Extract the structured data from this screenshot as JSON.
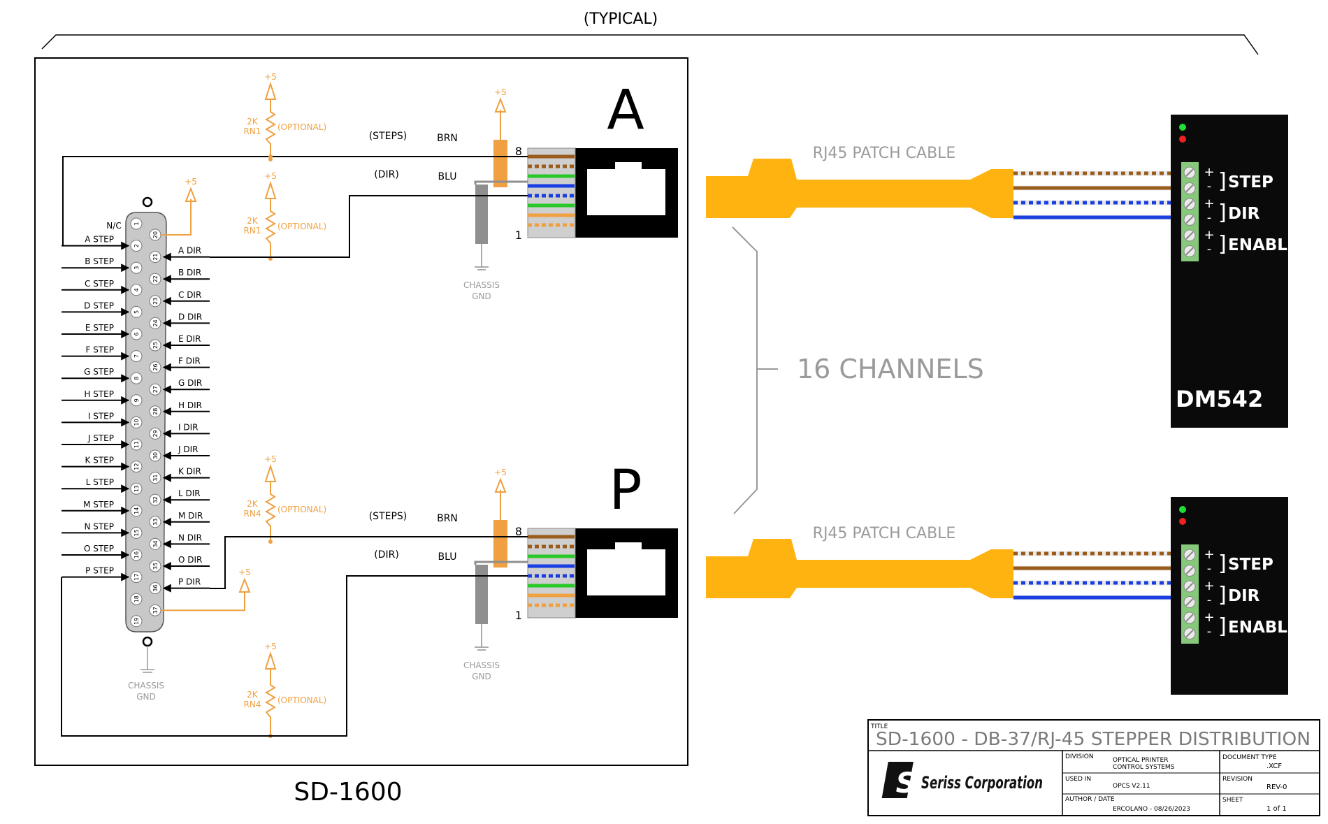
{
  "typical_label": "(TYPICAL)",
  "enclosure_label": "SD-1600",
  "db37": {
    "nc_label": "N/C",
    "chassis_label_1": "CHASSIS",
    "chassis_label_2": "GND",
    "pins_left": [
      "1",
      "2",
      "3",
      "4",
      "5",
      "6",
      "7",
      "8",
      "9",
      "10",
      "11",
      "12",
      "13",
      "14",
      "15",
      "16",
      "17",
      "18",
      "19"
    ],
    "pins_right": [
      "20",
      "21",
      "22",
      "23",
      "24",
      "25",
      "26",
      "27",
      "28",
      "29",
      "30",
      "31",
      "32",
      "33",
      "34",
      "35",
      "36",
      "37"
    ],
    "step_labels": [
      "A STEP",
      "B STEP",
      "C STEP",
      "D STEP",
      "E STEP",
      "F STEP",
      "G STEP",
      "H STEP",
      "I STEP",
      "J STEP",
      "K STEP",
      "L STEP",
      "M STEP",
      "N STEP",
      "O STEP",
      "P STEP"
    ],
    "dir_labels": [
      "A DIR",
      "B DIR",
      "C DIR",
      "D DIR",
      "E DIR",
      "F DIR",
      "G DIR",
      "H DIR",
      "I DIR",
      "J DIR",
      "K DIR",
      "L DIR",
      "M DIR",
      "N DIR",
      "O DIR",
      "P DIR"
    ]
  },
  "plus5": "+5",
  "resistors": [
    {
      "value": "2K",
      "ref": "RN1",
      "note": "(OPTIONAL)"
    },
    {
      "value": "2K",
      "ref": "RN1",
      "note": "(OPTIONAL)"
    },
    {
      "value": "2K",
      "ref": "RN4",
      "note": "(OPTIONAL)"
    },
    {
      "value": "2K",
      "ref": "RN4",
      "note": "(OPTIONAL)"
    }
  ],
  "jacks": [
    {
      "letter": "A",
      "steps": "(STEPS)",
      "dir": "(DIR)",
      "brn": "BRN",
      "blu": "BLU",
      "pin8": "8",
      "pin1": "1",
      "gnd1": "CHASSIS",
      "gnd2": "GND"
    },
    {
      "letter": "P",
      "steps": "(STEPS)",
      "dir": "(DIR)",
      "brn": "BRN",
      "blu": "BLU",
      "pin8": "8",
      "pin1": "1",
      "gnd1": "CHASSIS",
      "gnd2": "GND"
    }
  ],
  "cables": [
    {
      "label": "RJ45 PATCH CABLE"
    },
    {
      "label": "RJ45 PATCH CABLE"
    }
  ],
  "channels_label": "16 CHANNELS",
  "drivers": [
    {
      "model": "DM542",
      "step": "STEP",
      "dir": "DIR",
      "enable": "ENABLE",
      "plus": "+",
      "minus": "-",
      "bracket": "]"
    },
    {
      "model": "",
      "step": "STEP",
      "dir": "DIR",
      "enable": "ENABLE",
      "plus": "+",
      "minus": "-",
      "bracket": "]"
    }
  ],
  "title_block": {
    "title_tag": "TITLE",
    "title": "SD-1600 - DB-37/RJ-45 STEPPER DISTRIBUTION",
    "company": "Seriss Corporation",
    "logo_letter": "S",
    "division_label": "DIVISION",
    "division_1": "OPTICAL PRINTER",
    "division_2": "CONTROL SYSTEMS",
    "used_in_label": "USED IN",
    "used_in": "OPCS V2.11",
    "author_label": "AUTHOR / DATE",
    "author": "ERCOLANO - 08/26/2023",
    "doctype_label": "DOCUMENT TYPE",
    "doctype": ".XCF",
    "revision_label": "REVISION",
    "revision": "REV-0",
    "sheet_label": "SHEET",
    "sheet": "1 of 1"
  },
  "colors": {
    "orange": "#f0a040",
    "cable_yellow": "#ffb310",
    "brown": "#9a5c1b",
    "blue": "#1a3ee0",
    "green": "#28c828",
    "terminal_green": "#86c97a",
    "gray": "#8f8f8f"
  }
}
